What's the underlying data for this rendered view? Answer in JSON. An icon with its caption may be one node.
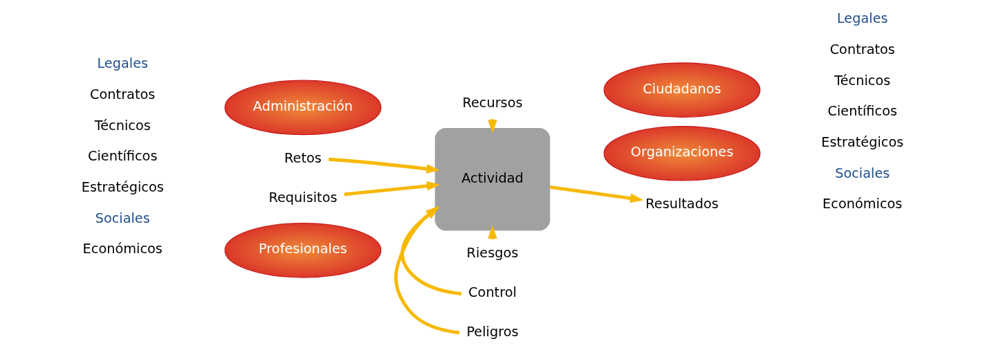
{
  "diagram": {
    "nodes": [
      {
        "text": [
          "Profesionales"
        ]
      },
      {
        "text": [
          "Recursos"
        ]
      },
      {
        "text": [
          "Riesgos"
        ]
      },
      {
        "text": [
          "Organizaciones"
        ]
      },
      {
        "text": [
          "Retos"
        ]
      },
      {
        "text": [
          "Actividad"
        ]
      },
      {
        "text": [
          "Resultados"
        ]
      },
      {
        "text": [
          "Requisitos"
        ]
      },
      {
        "text": [
          "Administración"
        ]
      },
      {
        "text": [
          "Control"
        ]
      },
      {
        "text": [
          "Peligros"
        ]
      },
      {
        "text": [
          "Ciudadanos"
        ]
      }
    ],
    "edges": [
      {
        "from": 1,
        "to": 5,
        "arrow": "to"
      },
      {
        "from": 2,
        "to": 5,
        "arrow": "to"
      },
      {
        "from": 4,
        "to": 5,
        "arrow": "to"
      },
      {
        "from": 7,
        "to": 5,
        "arrow": "to"
      },
      {
        "from": 5,
        "to": 6,
        "arrow": "to"
      },
      {
        "from": 9,
        "to": 5,
        "arrow": "to"
      },
      {
        "from": 10,
        "to": 5,
        "arrow": "to"
      }
    ],
    "labels": [
      "Sociales",
      "Estratégicos",
      "Científicos",
      "Económicos",
      "Técnicos",
      "Contratos",
      "Legales",
      "Sociales",
      "Estratégicos",
      "Científicos",
      "Económicos",
      "Técnicos",
      "Contratos",
      "Legales"
    ]
  }
}
